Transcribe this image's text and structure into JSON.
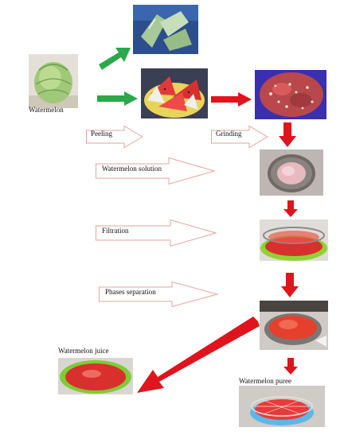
{
  "labels": {
    "watermelon": "Watermelon",
    "watermelon_juice": "Watermelon juice",
    "watermelon_puree": "Watermelon puree"
  },
  "steps": [
    {
      "id": "peeling",
      "label": "Peeling"
    },
    {
      "id": "grinding",
      "label": "Grinding"
    },
    {
      "id": "watermelon_solution",
      "label": "Watermelon solution"
    },
    {
      "id": "filtration",
      "label": "Filtration"
    },
    {
      "id": "phases_separation",
      "label": "Phases separation"
    }
  ],
  "colors": {
    "green_arrow": "#2aa84a",
    "red_arrow": "#e0141c",
    "hollow_arrow_stroke": "#e6a39d"
  },
  "icons": [
    "watermelon-photo",
    "rind-photo",
    "cut-watermelon-photo",
    "ground-pulp-photo",
    "pot-photo",
    "filter-photo",
    "separation-photo",
    "juice-photo",
    "puree-photo"
  ]
}
